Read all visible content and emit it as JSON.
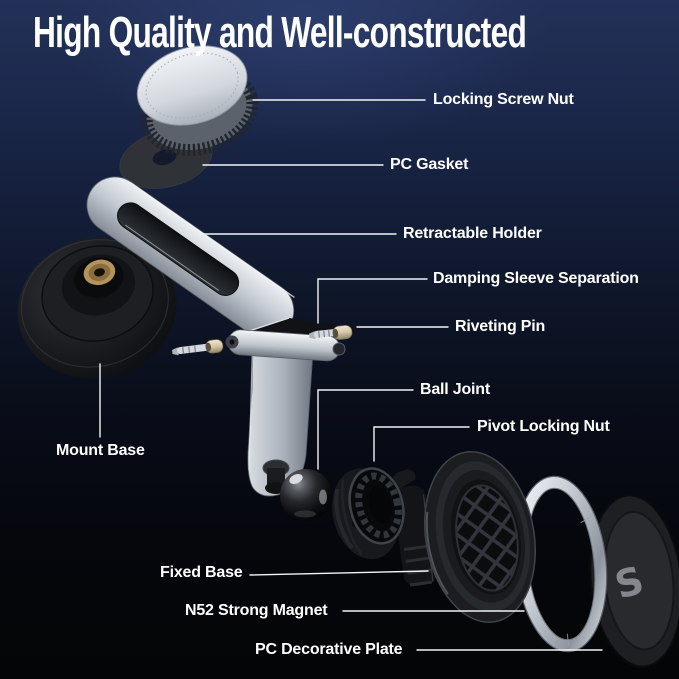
{
  "page": {
    "title": "High Quality and Well-constructed"
  },
  "diagram": {
    "logo_letter": "S",
    "labels": [
      {
        "id": "locking-screw-nut",
        "text": "Locking Screw Nut"
      },
      {
        "id": "pc-gasket",
        "text": "PC Gasket"
      },
      {
        "id": "retractable-holder",
        "text": "Retractable Holder"
      },
      {
        "id": "damping-sleeve-separation",
        "text": "Damping Sleeve Separation"
      },
      {
        "id": "riveting-pin",
        "text": "Riveting Pin"
      },
      {
        "id": "ball-joint",
        "text": "Ball Joint"
      },
      {
        "id": "pivot-locking-nut",
        "text": "Pivot Locking Nut"
      },
      {
        "id": "mount-base",
        "text": "Mount Base"
      },
      {
        "id": "fixed-base",
        "text": "Fixed Base"
      },
      {
        "id": "n52-strong-magnet",
        "text": "N52 Strong Magnet"
      },
      {
        "id": "pc-decorative-plate",
        "text": "PC Decorative Plate"
      }
    ],
    "colors": {
      "background_top": "#233158",
      "background_bottom": "#040506",
      "title_text": "#ffffff",
      "label_text": "#ffffff",
      "leader_line": "#f3f4f6",
      "metal_silver": "#c7ccd3",
      "part_black": "#17191c",
      "brass": "#b3925c",
      "damping_sleeve_beige": "#d9cdad",
      "magnet_silver": "#e9ecf0",
      "logo_grey": "#84888e"
    }
  }
}
